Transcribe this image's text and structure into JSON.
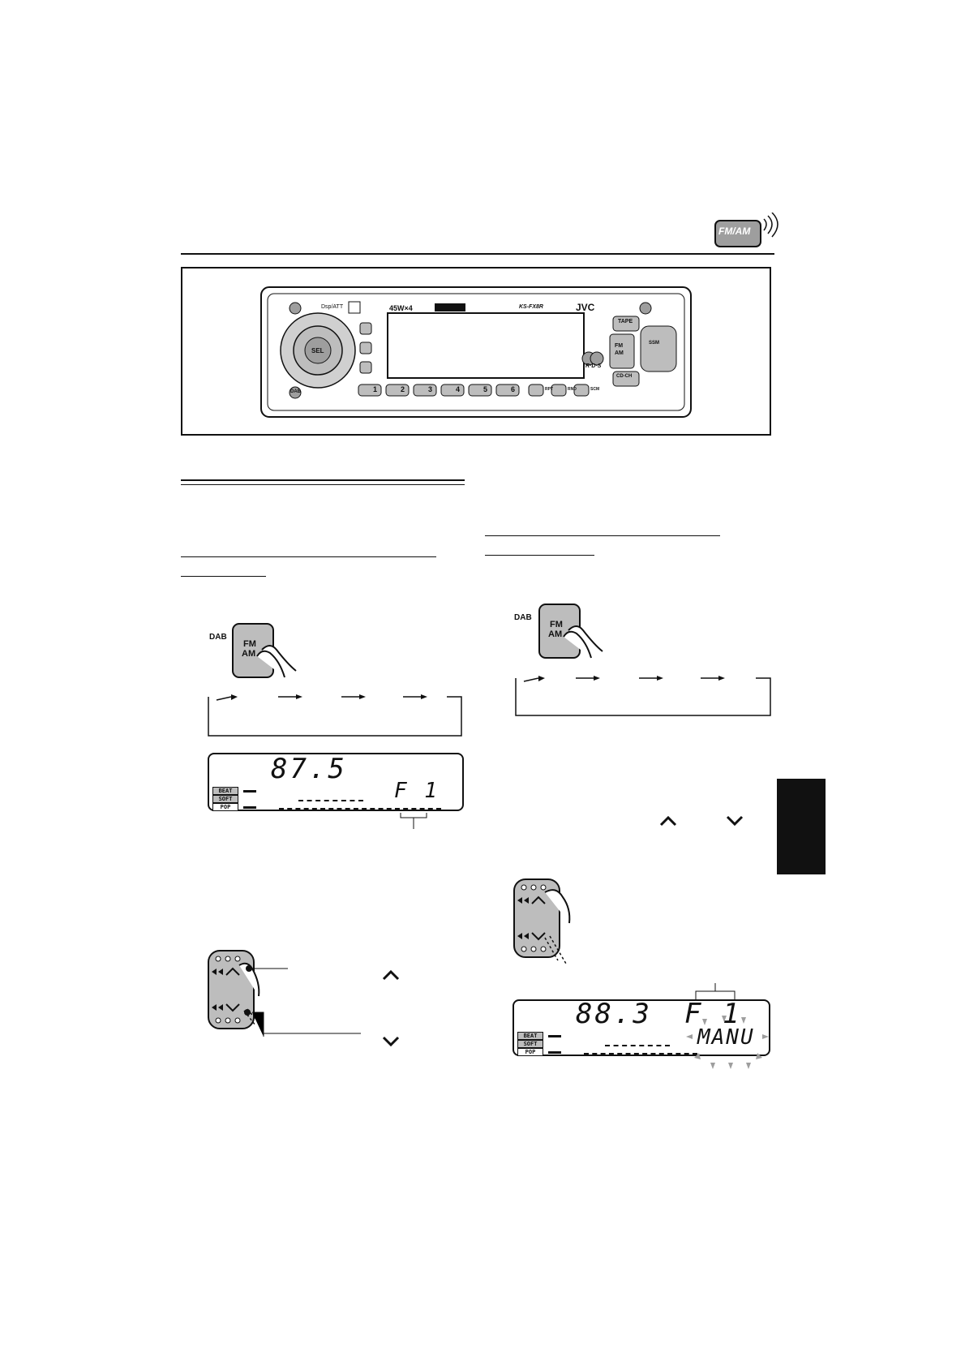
{
  "header": {
    "icon_label": "FM/AM",
    "icon_name": "radio-wave-icon"
  },
  "faceplate": {
    "brand": "JVC",
    "model": "KS-FX8R",
    "power_spec": "45W×4",
    "rds_label": "R·D·S",
    "left_top_label": "Dsp/ATT",
    "sel_label": "SEL",
    "dab_label": "DAB",
    "tape_label": "TAPE",
    "fm_am_top": "FM",
    "fm_am_bottom": "AM",
    "cd_ch_label": "CD-CH",
    "ssm_label": "SSM",
    "presets": [
      "1",
      "2",
      "3",
      "4",
      "5",
      "6"
    ],
    "rpt_label": "RPT",
    "rnd_label": "RND",
    "scm_label": "SCM"
  },
  "left": {
    "button_dab_label": "DAB",
    "button_fm": "FM",
    "button_am": "AM",
    "display": {
      "frequency": "87.5",
      "band": "F 1",
      "mode_chips": [
        "BEAT",
        "SOFT",
        "POP"
      ]
    }
  },
  "right": {
    "button_dab_label": "DAB",
    "button_fm": "FM",
    "button_am": "AM",
    "display": {
      "frequency": "88.3",
      "band": "F 1",
      "mode_text": "MANU",
      "mode_chips": [
        "BEAT",
        "SOFT",
        "POP"
      ]
    }
  },
  "colors": {
    "ink": "#111111",
    "panel_gray": "#bdbdbd",
    "lcd_bg": "#ffffff"
  }
}
